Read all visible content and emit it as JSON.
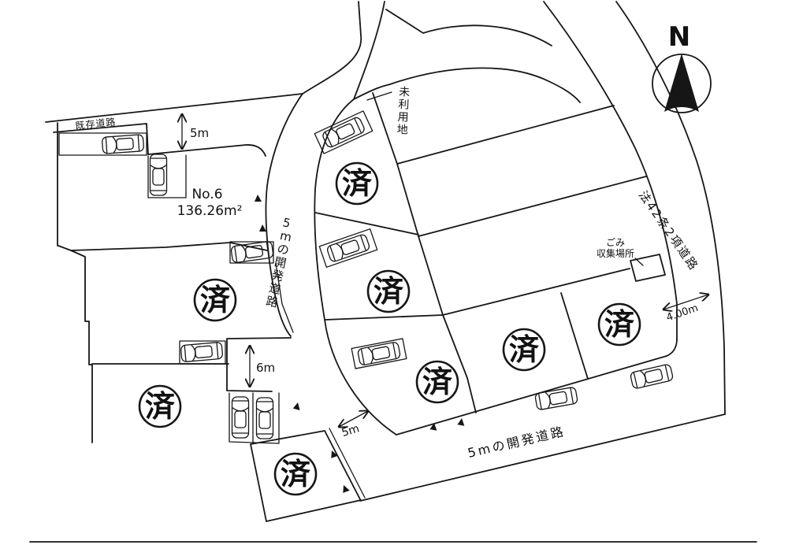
{
  "compass": {
    "north_label": "N"
  },
  "seal": {
    "label": "済"
  },
  "plots": {
    "no6": {
      "number": "No.6",
      "area": "136.26m²"
    }
  },
  "roads": {
    "existing_road": "既存道路",
    "central_dev_road": "5mの開発道路",
    "bottom_dev_road": "5mの開発道路",
    "article42_road": "法42条2項道路"
  },
  "annotations": {
    "unused_land": "未利用地",
    "garbage_line1": "ごみ",
    "garbage_line2": "収集場所"
  },
  "measurements": {
    "top_width": "5m",
    "corridor_width": "6m",
    "bottom_width": "5m",
    "article42_width": "4.00m"
  },
  "colors": {
    "ink": "#161616",
    "paper": "#ffffff"
  }
}
